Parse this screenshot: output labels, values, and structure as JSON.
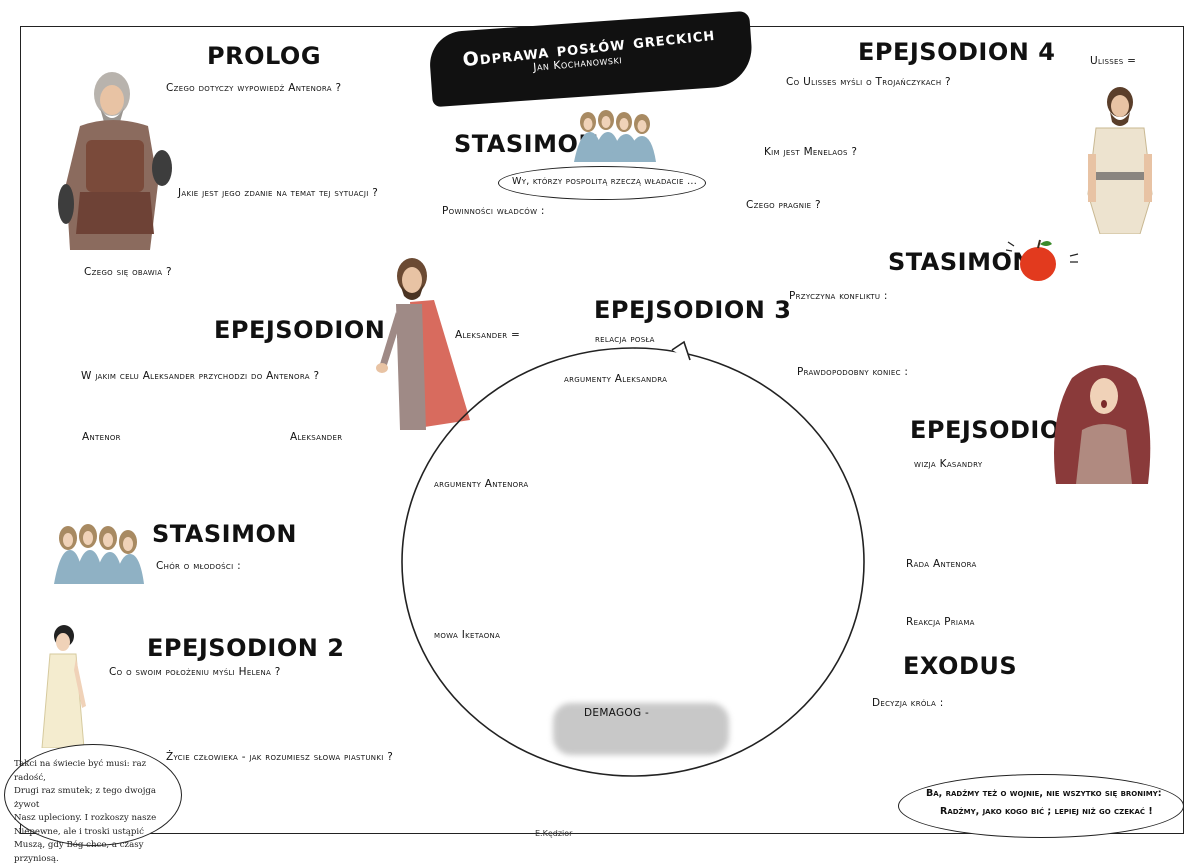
{
  "banner": {
    "title": "Odprawa posłów greckich",
    "author": "Jan Kochanowski"
  },
  "prolog": {
    "title": "PROLOG",
    "q1": "Czego dotyczy wypowiedź Antenora ?",
    "q2": "Jakie jest jego zdanie na temat tej sytuacji ?",
    "q3": "Czego się obawia ?"
  },
  "epejsodion1": {
    "title": "EPEJSODION 1",
    "q1": "W jakim celu Aleksander przychodzi do Antenora ?",
    "antenor": "Antenor",
    "aleksander": "Aleksander"
  },
  "stasimon1": {
    "title": "STASIMON",
    "q1": "Chór o młodości :"
  },
  "epejsodion2": {
    "title": "EPEJSODION 2",
    "q1": "Co o swoim położeniu myśli Helena ?",
    "q2": "Życie człowieka - jak rozumiesz słowa piastunki ?"
  },
  "poem": [
    "Takci na świecie być musi: raz radość,",
    "Drugi raz smutek; z tego dwojga żywot",
    "Nasz upleciony. I rozkoszy nasze",
    "Niepewne, ale i troski ustąpić",
    "Muszą, gdy Bóg chce, a czasy przyniosą."
  ],
  "stasimon2": {
    "title": "STASIMON",
    "quote": "Wy, którzy pospolitą rzeczą władacie ...",
    "q1": "Powinności władców :"
  },
  "epejsodion3": {
    "title": "EPEJSODION 3",
    "aleksander_label": "Aleksander =",
    "relacja": "relacja posła",
    "arg_aleks": "argumenty Aleksandra",
    "arg_ant": "argumenty Antenora",
    "mowa": "mowa Iketaona",
    "demagog": "DEMAGOG -"
  },
  "epejsodion4": {
    "title": "EPEJSODION 4",
    "q1": "Co Ulisses myśli o Trojańczykach ?",
    "q2": "Kim jest Menelaos ?",
    "q3": "Czego pragnie ?",
    "ulisses": "Ulisses ="
  },
  "stasimon3": {
    "title": "STASIMON",
    "q1": "Przyczyna konfliktu :",
    "q2": "Prawdopodobny koniec :"
  },
  "epejsodion5": {
    "title": "EPEJSODION 5",
    "q1": "wizja Kasandry",
    "q2": "Rada Antenora",
    "q3": "Reakcja Priama"
  },
  "exodus": {
    "title": "EXODUS",
    "q1": "Decyzja króla :",
    "quote1": "Ba, radźmy też o wojnie, nie wszytko się bronimy:",
    "quote2": "Radźmy, jako kogo bić ; lepiej niż go czekać !"
  },
  "signature": "E.Kędzior",
  "colors": {
    "apple": "#e23a1e",
    "cloak": "#d86b5e",
    "choir": "#8fb1c4"
  }
}
